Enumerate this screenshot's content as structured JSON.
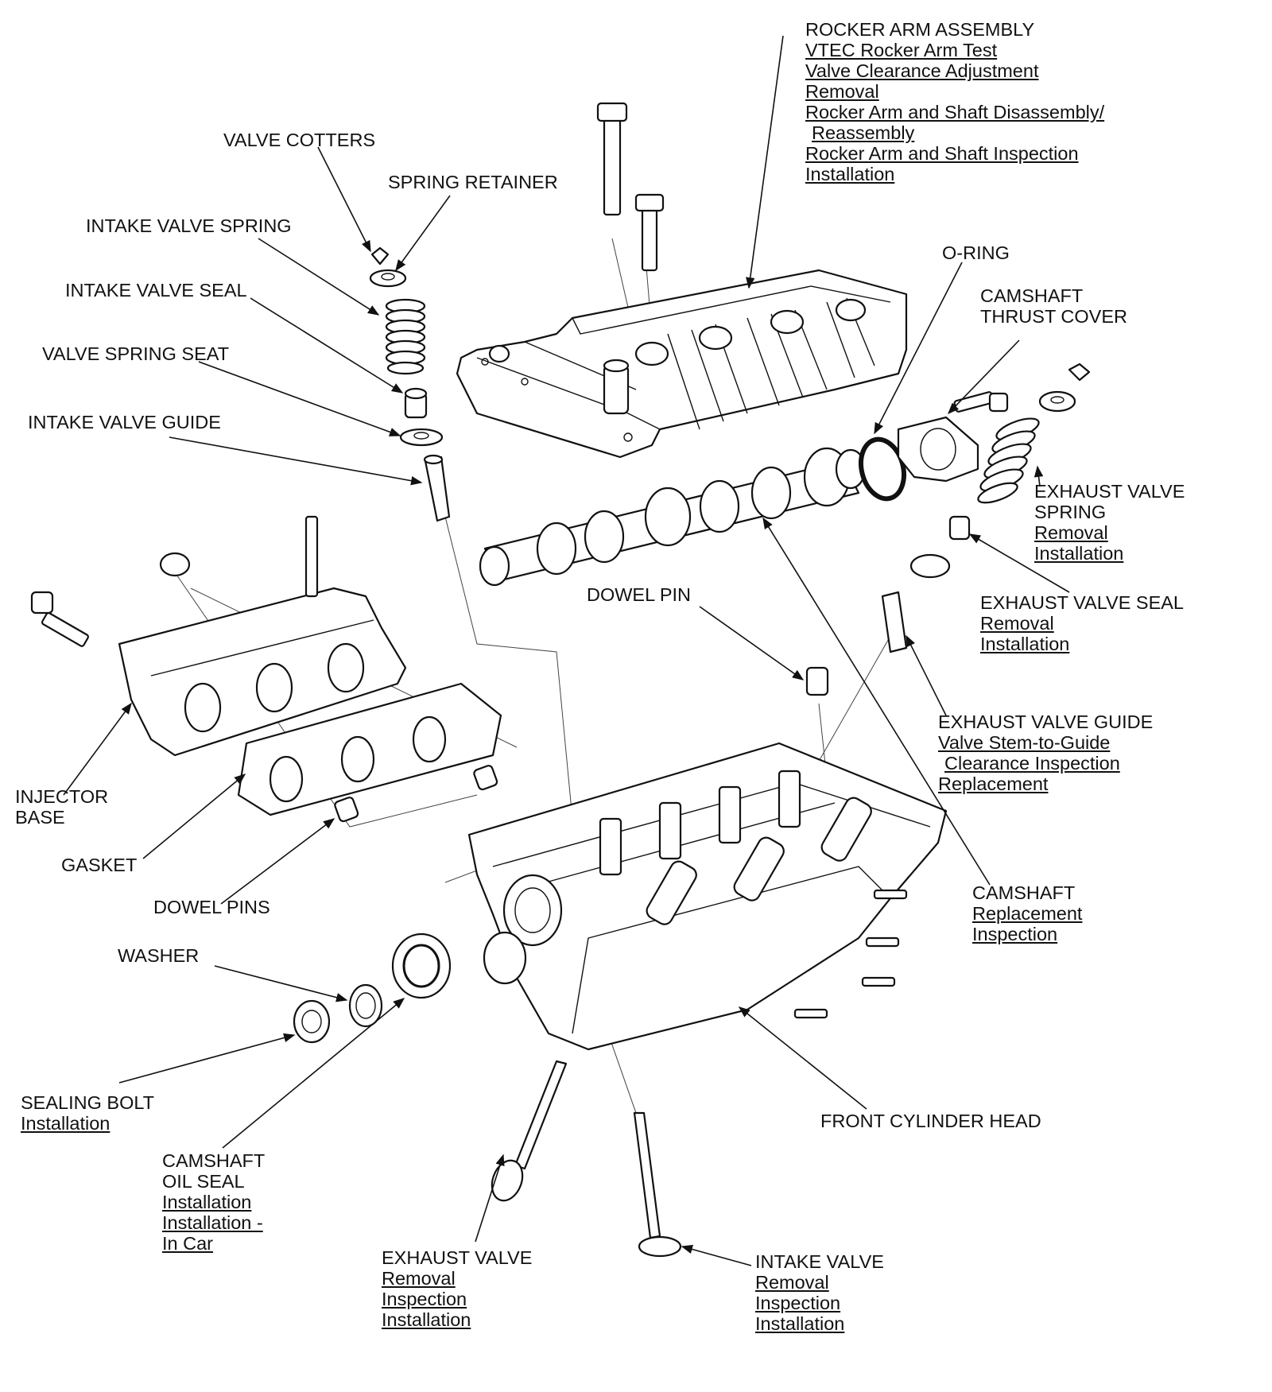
{
  "callouts": {
    "rocker_arm_assembly": {
      "title": "ROCKER ARM ASSEMBLY",
      "links": [
        "VTEC Rocker Arm Test",
        "Valve Clearance Adjustment",
        "Removal",
        "Rocker Arm and Shaft Disassembly/",
        "Reassembly",
        "Rocker Arm and Shaft Inspection",
        "Installation"
      ]
    },
    "valve_cotters": {
      "title": "VALVE COTTERS"
    },
    "spring_retainer": {
      "title": "SPRING RETAINER"
    },
    "intake_valve_spring": {
      "title": "INTAKE VALVE SPRING"
    },
    "intake_valve_seal": {
      "title": "INTAKE VALVE SEAL"
    },
    "valve_spring_seat": {
      "title": "VALVE SPRING SEAT"
    },
    "intake_valve_guide": {
      "title": "INTAKE VALVE GUIDE"
    },
    "o_ring": {
      "title": "O-RING"
    },
    "camshaft_thrust_cover": {
      "title_lines": [
        "CAMSHAFT",
        "THRUST COVER"
      ]
    },
    "exhaust_valve_spring": {
      "title_lines": [
        "EXHAUST VALVE",
        "SPRING"
      ],
      "links": [
        "Removal",
        "Installation"
      ]
    },
    "exhaust_valve_seal": {
      "title": "EXHAUST VALVE SEAL",
      "links": [
        "Removal",
        "Installation"
      ]
    },
    "dowel_pin": {
      "title": "DOWEL PIN"
    },
    "exhaust_valve_guide": {
      "title": "EXHAUST VALVE GUIDE",
      "links": [
        "Valve Stem-to-Guide",
        "Clearance Inspection",
        "Replacement"
      ]
    },
    "injector_base": {
      "title_lines": [
        "INJECTOR",
        "BASE"
      ]
    },
    "gasket": {
      "title": "GASKET"
    },
    "dowel_pins": {
      "title": "DOWEL PINS"
    },
    "camshaft": {
      "title": "CAMSHAFT",
      "links": [
        "Replacement",
        "Inspection"
      ]
    },
    "washer": {
      "title": "WASHER"
    },
    "sealing_bolt": {
      "title": "SEALING BOLT",
      "links": [
        "Installation"
      ]
    },
    "front_cylinder_head": {
      "title": "FRONT CYLINDER HEAD"
    },
    "camshaft_oil_seal": {
      "title_lines": [
        "CAMSHAFT",
        "OIL SEAL"
      ],
      "links": [
        "Installation",
        "Installation -",
        "In Car"
      ]
    },
    "exhaust_valve": {
      "title": "EXHAUST VALVE",
      "links": [
        "Removal",
        "Inspection",
        "Installation"
      ]
    },
    "intake_valve": {
      "title": "INTAKE VALVE",
      "links": [
        "Removal",
        "Inspection",
        "Installation"
      ]
    }
  }
}
